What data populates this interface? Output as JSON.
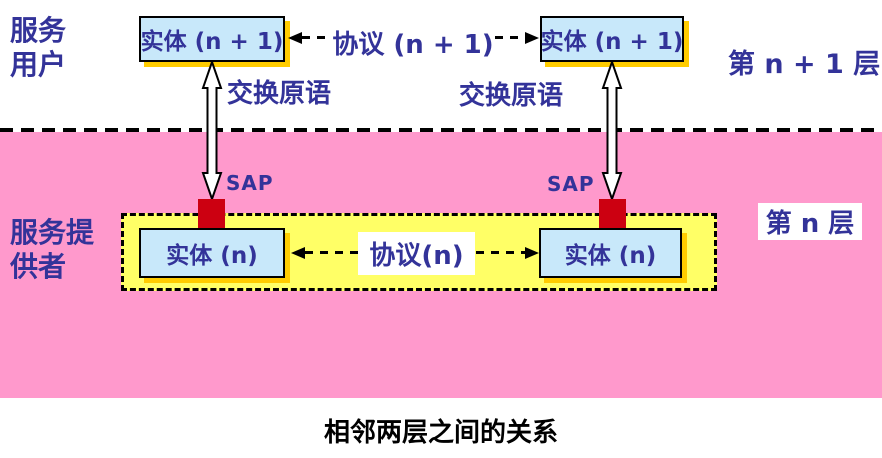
{
  "colors": {
    "pink_region": "#FF99CC",
    "provider_region_yellow": "#FFFF66",
    "entity_box_blue": "#C8E8FA",
    "box_shadow_gold": "#FFCC00",
    "sap_red": "#CC0011",
    "text_navy": "#333399"
  },
  "upper_layer": {
    "role_label_line1": "服务",
    "role_label_line2": "用户",
    "entity_left": "实体 (n + 1)",
    "entity_right": "实体 (n + 1)",
    "protocol_label": "协议 (n + 1)",
    "primitive_label_left": "交换原语",
    "primitive_label_right": "交换原语",
    "layer_label": "第 n + 1 层"
  },
  "lower_layer": {
    "role_label_line1": "服务提",
    "role_label_line2": "供者",
    "sap_label_left": "SAP",
    "sap_label_right": "SAP",
    "entity_left": "实体 (n)",
    "entity_right": "实体 (n)",
    "protocol_label": "协议(n)",
    "layer_label": "第 n 层"
  },
  "caption": "相邻两层之间的关系"
}
